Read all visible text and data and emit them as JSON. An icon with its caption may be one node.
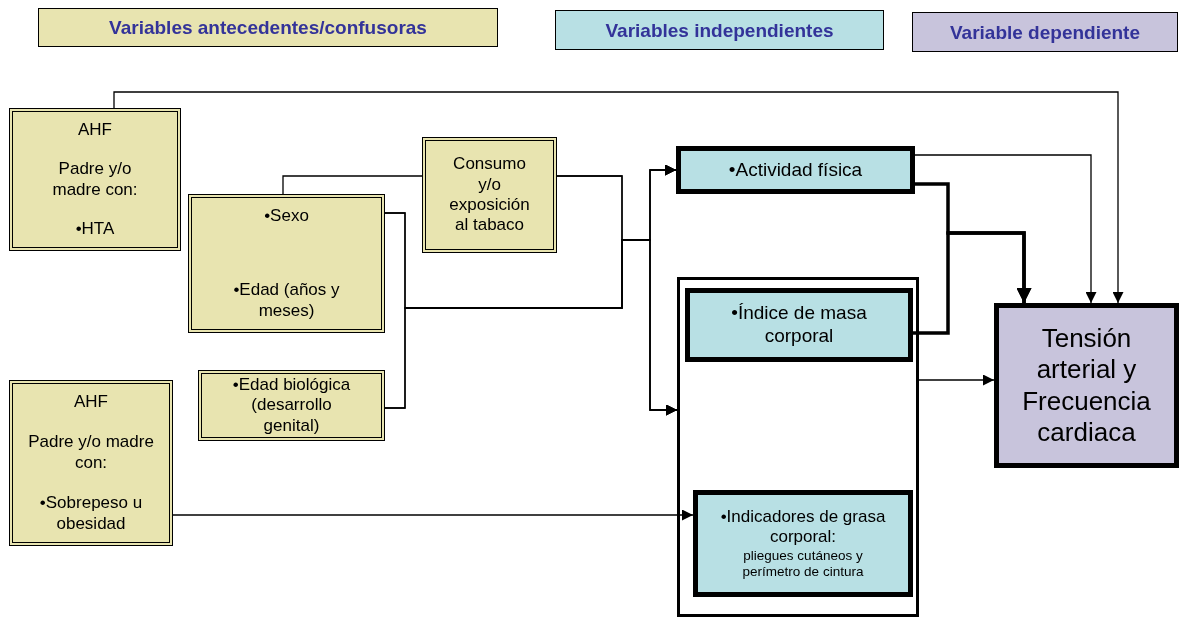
{
  "diagram": {
    "nodes": [
      {
        "text": [
          "Variables antecedentes/confusoras"
        ]
      },
      {
        "text": [
          "Variables independientes"
        ]
      },
      {
        "text": [
          "Variable dependiente"
        ]
      },
      {
        "text": [
          "AHF",
          "Padre y/o madre con:",
          "•HTA"
        ]
      },
      {
        "text": [
          "•Sexo",
          "•Edad (años y meses)"
        ]
      },
      {
        "text": [
          "Consumo y/o exposición al tabaco"
        ]
      },
      {
        "text": [
          "•Edad biológica (desarrollo genital)"
        ]
      },
      {
        "text": [
          "AHF",
          "Padre y/o madre con:",
          "•Sobrepeso u obesidad"
        ]
      },
      {
        "text": [
          "•Actividad física"
        ]
      },
      {
        "text": [],
        "shape": "box"
      },
      {
        "text": [
          "•Índice de masa corporal"
        ],
        "in": 9
      },
      {
        "text": [
          "•Indicadores de grasa corporal:",
          "pliegues cutáneos y perímetro de cintura"
        ],
        "in": 9
      },
      {
        "text": [
          "Tensión arterial y Frecuencia cardiaca"
        ]
      }
    ],
    "edges": [
      {
        "from": 3,
        "to": 12,
        "arrow": "to"
      },
      {
        "from": 4,
        "to": 5,
        "arrow": "none"
      },
      {
        "from": 5,
        "to": 8,
        "arrow": "to"
      },
      {
        "from": 5,
        "to": 9,
        "arrow": "to"
      },
      {
        "from": 4,
        "to": 8,
        "arrow": "to"
      },
      {
        "from": 4,
        "to": 9,
        "arrow": "to"
      },
      {
        "from": 6,
        "to": 8,
        "arrow": "to"
      },
      {
        "from": 6,
        "to": 9,
        "arrow": "to"
      },
      {
        "from": 7,
        "to": 11,
        "arrow": "to"
      },
      {
        "from": 8,
        "to": 12,
        "arrow": "to"
      },
      {
        "from": 8,
        "to": 12,
        "arrow": "to",
        "style": "thick"
      },
      {
        "from": 10,
        "to": 12,
        "arrow": "to",
        "style": "thick"
      },
      {
        "from": 9,
        "to": 12,
        "arrow": "to"
      }
    ]
  }
}
